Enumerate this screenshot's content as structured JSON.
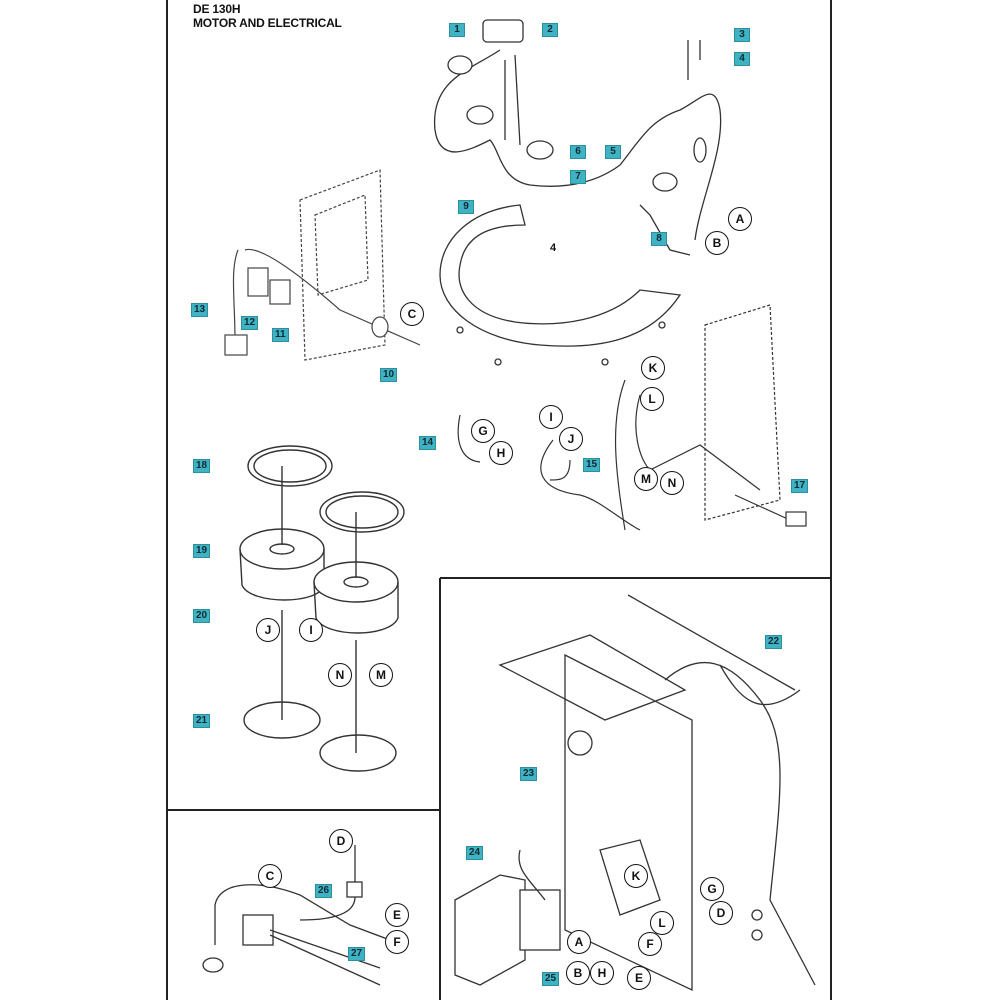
{
  "header": {
    "model": "DE 130H",
    "section": "MOTOR AND ELECTRICAL"
  },
  "colors": {
    "label_fill": "#3fb3c4",
    "line": "#222222",
    "background": "#ffffff"
  },
  "part_labels": [
    {
      "id": "1",
      "text": "1"
    },
    {
      "id": "2",
      "text": "2"
    },
    {
      "id": "3",
      "text": "3"
    },
    {
      "id": "4",
      "text": "4"
    },
    {
      "id": "5",
      "text": "5"
    },
    {
      "id": "6",
      "text": "6"
    },
    {
      "id": "7",
      "text": "7"
    },
    {
      "id": "8",
      "text": "8"
    },
    {
      "id": "9",
      "text": "9"
    },
    {
      "id": "10",
      "text": "10"
    },
    {
      "id": "11",
      "text": "11"
    },
    {
      "id": "12",
      "text": "12"
    },
    {
      "id": "13",
      "text": "13"
    },
    {
      "id": "14",
      "text": "14"
    },
    {
      "id": "15",
      "text": "15"
    },
    {
      "id": "17",
      "text": "17"
    },
    {
      "id": "18",
      "text": "18"
    },
    {
      "id": "19",
      "text": "19"
    },
    {
      "id": "20",
      "text": "20"
    },
    {
      "id": "21",
      "text": "21"
    },
    {
      "id": "22",
      "text": "22"
    },
    {
      "id": "23",
      "text": "23"
    },
    {
      "id": "24",
      "text": "24"
    },
    {
      "id": "25",
      "text": "25"
    },
    {
      "id": "26",
      "text": "26"
    },
    {
      "id": "27",
      "text": "27"
    }
  ],
  "plain_labels": [
    {
      "id": "4b",
      "text": "4"
    }
  ],
  "callouts": {
    "top_A": "A",
    "top_B": "B",
    "top_C": "C",
    "G1": "G",
    "H1": "H",
    "I1": "I",
    "J1": "J",
    "K1": "K",
    "L1": "L",
    "M1": "M",
    "N1": "N",
    "J2": "J",
    "I2": "I",
    "N2": "N",
    "M2": "M",
    "D1": "D",
    "C2": "C",
    "E1": "E",
    "F1": "F",
    "K2": "K",
    "G2": "G",
    "D2": "D",
    "L2": "L",
    "A2": "A",
    "F2": "F",
    "B2": "B",
    "H2": "H",
    "E2": "E"
  }
}
